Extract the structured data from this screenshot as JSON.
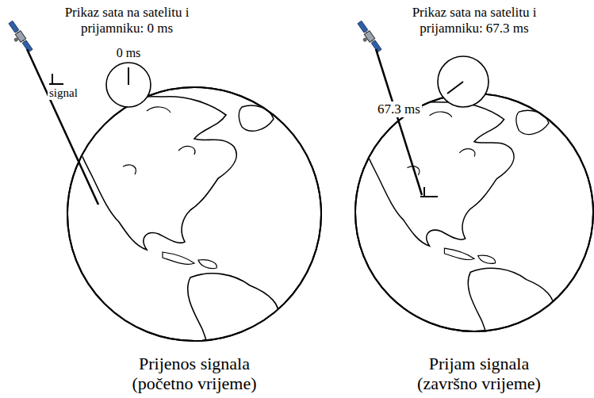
{
  "diagram": {
    "labels": [
      "Prikaz sata na satelitu i prijamniku: 0 ms",
      "0 ms",
      "signal",
      "Prikaz sata na satelitu i prijamniku: 67.3 ms",
      "67.3 ms",
      "Prijenos signala (početno vrijeme)",
      "Prijam signala (završno vrijeme)"
    ]
  }
}
